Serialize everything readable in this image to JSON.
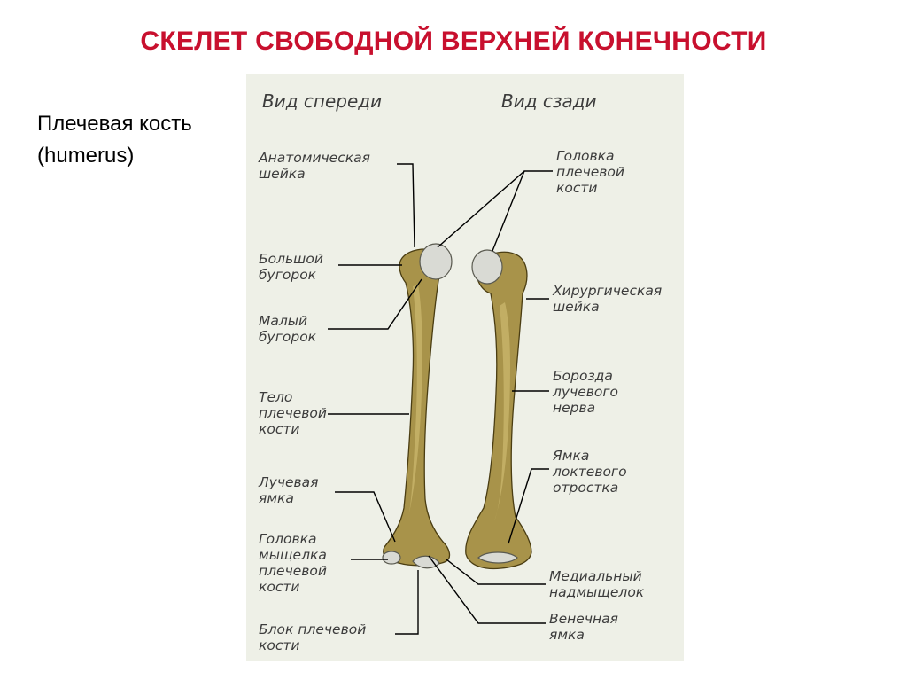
{
  "title": "СКЕЛЕТ СВОБОДНОЙ ВЕРХНЕЙ КОНЕЧНОСТИ",
  "caption": {
    "line1": "Плечевая кость",
    "line2": "(humerus)"
  },
  "figure": {
    "view_front": "Вид спереди",
    "view_back": "Вид сзади",
    "labels_left": {
      "anatomical_neck": [
        "Анатомическая",
        "шейка"
      ],
      "greater_tubercle": [
        "Большой",
        "бугорок"
      ],
      "lesser_tubercle": [
        "Малый",
        "бугорок"
      ],
      "body": [
        "Тело",
        "плечевой",
        "кости"
      ],
      "radial_fossa": [
        "Лучевая",
        "ямка"
      ],
      "capitulum": [
        "Головка",
        "мыщелка",
        "плечевой",
        "кости"
      ],
      "trochlea": [
        "Блок плечевой",
        "кости"
      ]
    },
    "labels_right": {
      "head": [
        "Головка",
        "плечевой",
        "кости"
      ],
      "surgical_neck": [
        "Хирургическая",
        "шейка"
      ],
      "radial_groove": [
        "Борозда",
        "лучевого",
        "нерва"
      ],
      "olecranon_fossa": [
        "Ямка",
        "локтевого",
        "отростка"
      ],
      "medial_epicondyle": [
        "Медиальный",
        "надмыщелок"
      ],
      "coronoid_fossa": [
        "Венечная",
        "ямка"
      ]
    }
  }
}
